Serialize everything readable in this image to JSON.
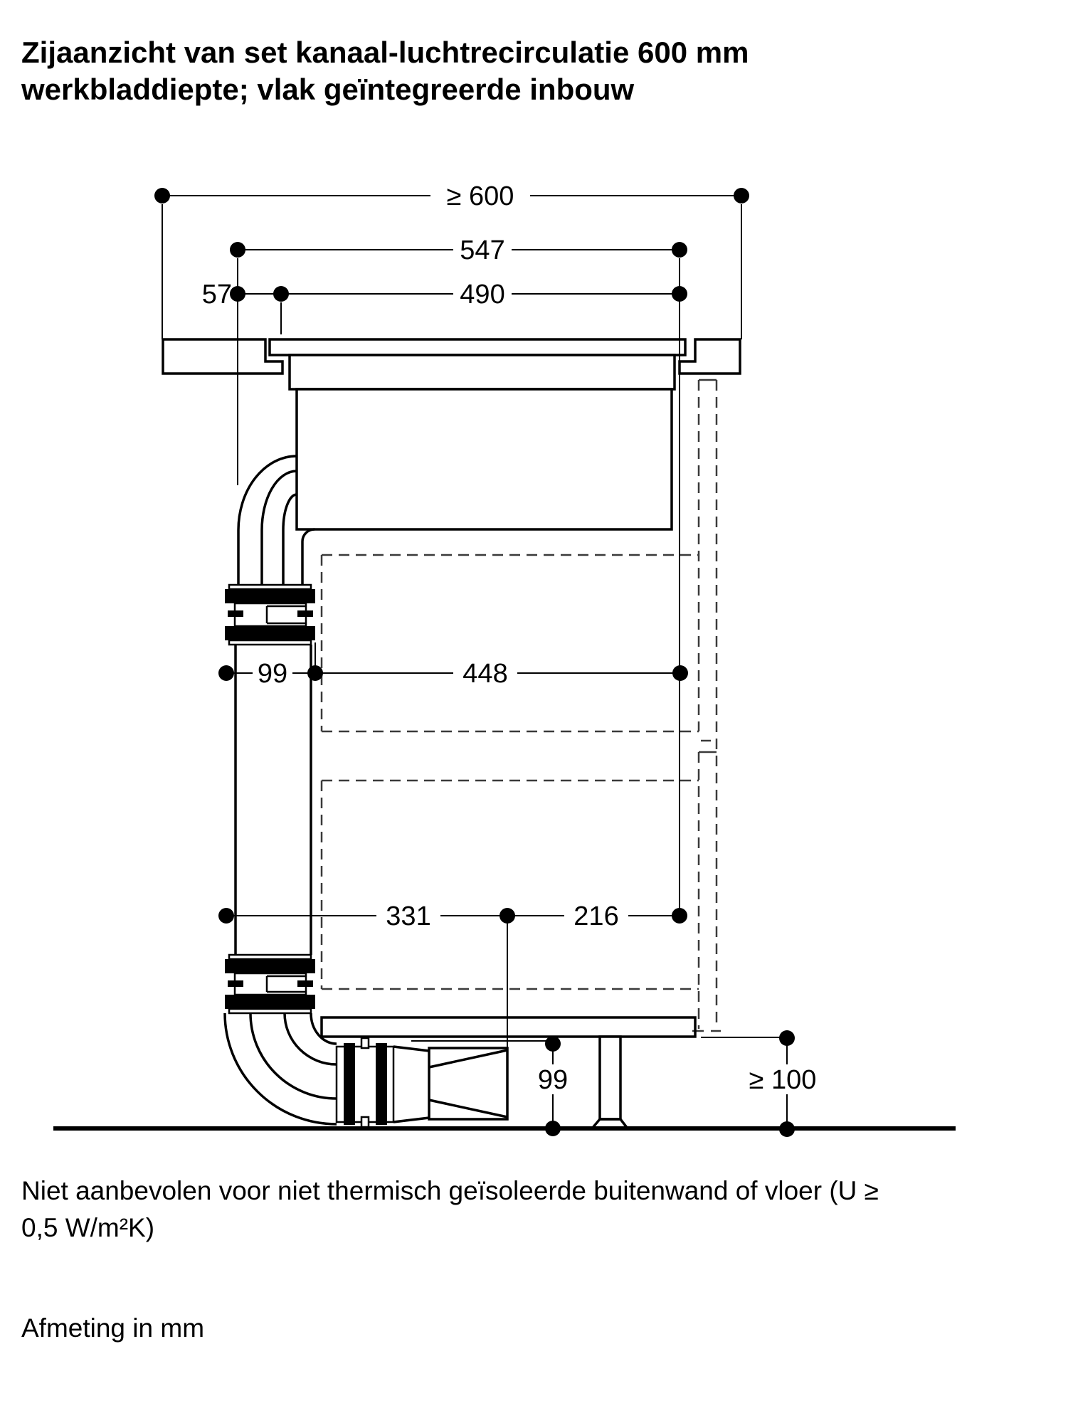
{
  "page": {
    "background": "#ffffff",
    "ink": "#000000"
  },
  "title": {
    "line1": "Zijaanzicht van set kanaal-luchtrecirculatie 600 mm",
    "line2": "werkbladdiepte; vlak geïntegreerde inbouw"
  },
  "drawing": {
    "dimensions": {
      "worktop_depth": "≥ 600",
      "dim_547": "547",
      "dim_490": "490",
      "dim_57": "57",
      "dim_99_duct": "99",
      "dim_448": "448",
      "dim_331": "331",
      "dim_216": "216",
      "dim_99_floor": "99",
      "dim_100_wall": "≥ 100"
    }
  },
  "notes": {
    "thermal_line1": "Niet aanbevolen voor niet thermisch geïsoleerde buitenwand of vloer (U ≥",
    "thermal_line2": "0,5 W/m²K)",
    "units": "Afmeting in mm"
  }
}
